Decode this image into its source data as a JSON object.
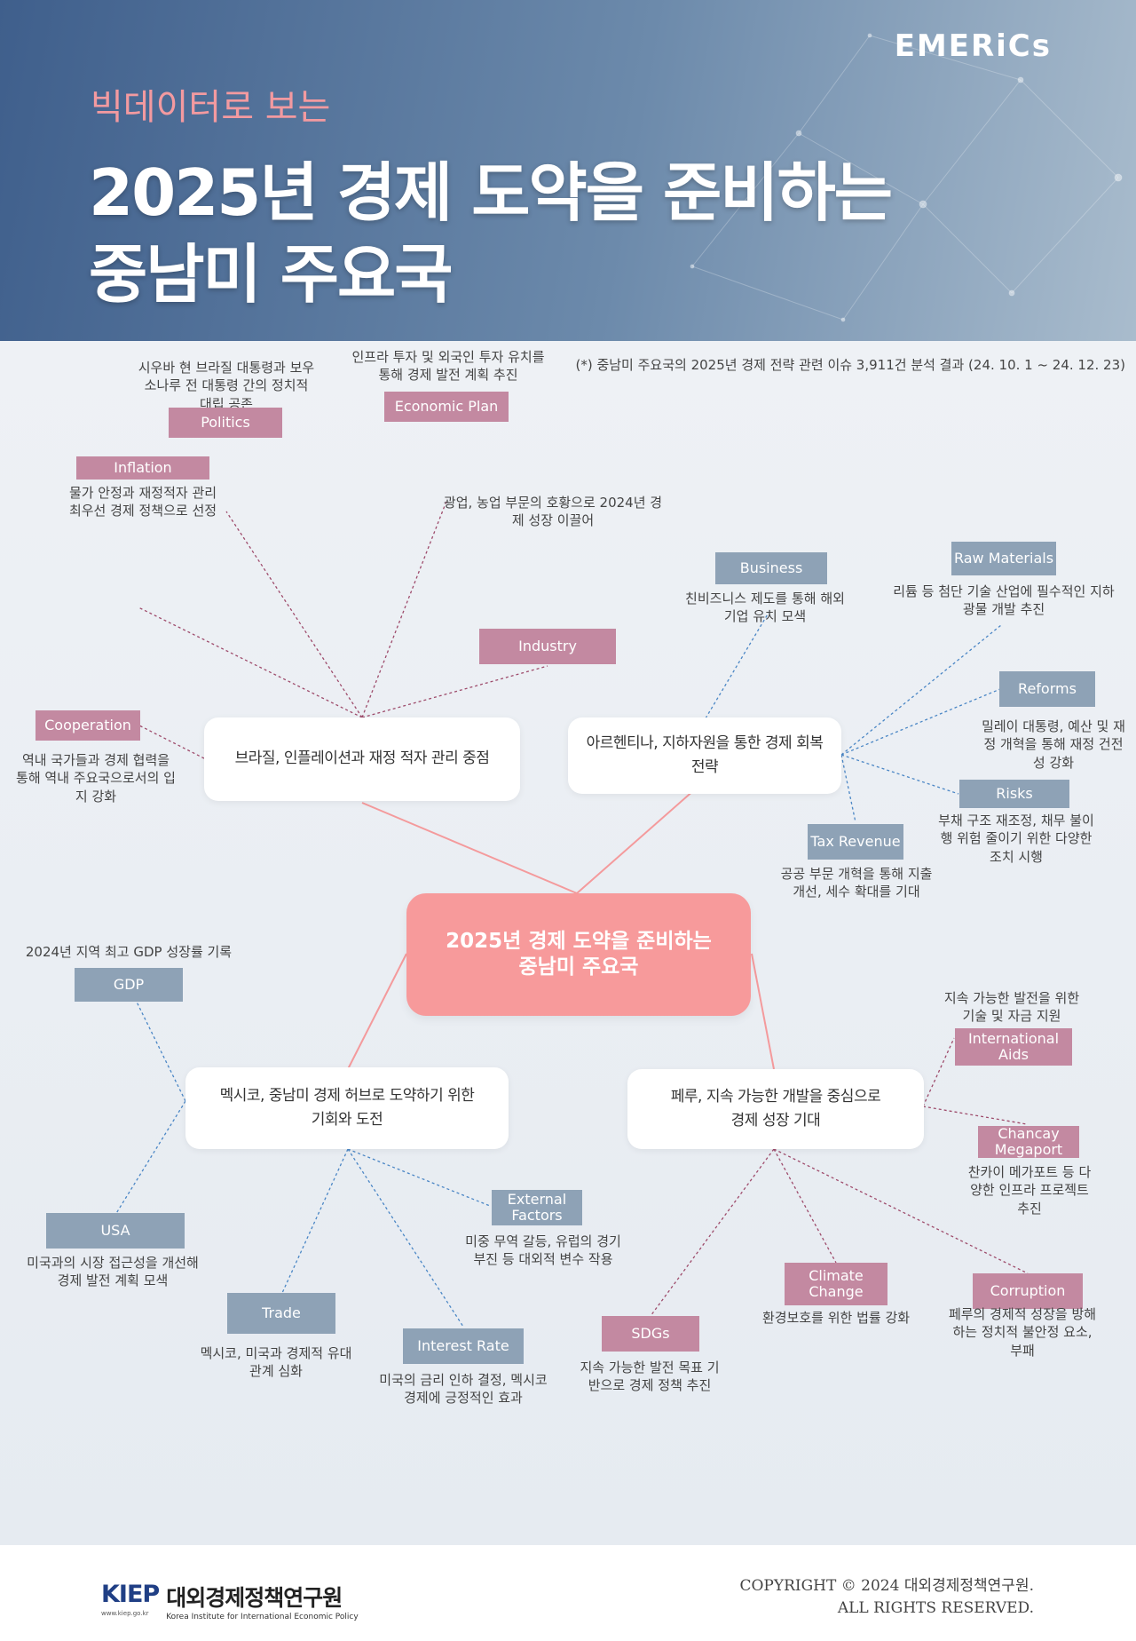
{
  "header": {
    "brand": "EMERiCs",
    "kicker": "빅데이터로 보는",
    "title_line1": "2025년 경제 도약을 준비하는",
    "title_line2": "중남미 주요국"
  },
  "note": "(*) 중남미 주요국의 2025년 경제 전략 관련 이슈 3,911건 분석 결과 (24. 10. 1 ~ 24. 12. 23)",
  "center": {
    "line1": "2025년 경제 도약을 준비하는",
    "line2": "중남미 주요국"
  },
  "branches": {
    "brazil": "브라질, 인플레이션과 재정 적자 관리 중점",
    "argentina_l1": "아르헨티나, 지하자원을 통한 경제 회복",
    "argentina_l2": "전략",
    "mexico_l1": "멕시코, 중남미 경제 허브로 도약하기 위한",
    "mexico_l2": "기회와 도전",
    "peru_l1": "페루, 지속 가능한 개발을 중심으로",
    "peru_l2": "경제 성장 기대"
  },
  "tags": {
    "politics": "Politics",
    "economic_plan": "Economic Plan",
    "inflation": "Inflation",
    "industry": "Industry",
    "cooperation": "Cooperation",
    "business": "Business",
    "raw_materials": "Raw Materials",
    "reforms": "Reforms",
    "risks": "Risks",
    "tax_revenue": "Tax Revenue",
    "gdp": "GDP",
    "usa": "USA",
    "trade": "Trade",
    "interest_rate": "Interest Rate",
    "external_l1": "External",
    "external_l2": "Factors",
    "intl_aids_l1": "International",
    "intl_aids_l2": "Aids",
    "chancay_l1": "Chancay",
    "chancay_l2": "Megaport",
    "climate_l1": "Climate",
    "climate_l2": "Change",
    "corruption": "Corruption",
    "sdgs": "SDGs"
  },
  "descs": {
    "politics": [
      "시우바 현 브라질 대통령과 보우",
      "소나루 전 대통령 간의 정치적",
      "대립 공존"
    ],
    "economic_plan": [
      "인프라 투자 및 외국인 투자 유치를",
      "통해 경제 발전 계획 추진"
    ],
    "inflation": [
      "물가 안정과 재정적자 관리",
      "최우선 경제 정책으로 선정"
    ],
    "industry": [
      "광업, 농업 부문의 호황으로 2024년 경",
      "제 성장 이끌어"
    ],
    "cooperation": [
      "역내 국가들과 경제 협력을",
      "통해 역내 주요국으로서의 입",
      "지 강화"
    ],
    "business": [
      "친비즈니스 제도를 통해 해외",
      "기업 유치 모색"
    ],
    "raw_materials": [
      "리튬 등 첨단 기술 산업에 필수적인 지하",
      "광물 개발 추진"
    ],
    "reforms": [
      "밀레이 대통령, 예산 및 재",
      "정 개혁을 통해 재정 건전",
      "성 강화"
    ],
    "risks": [
      "부채 구조 재조정, 채무 불이",
      "행 위험 줄이기 위한 다양한",
      "조치 시행"
    ],
    "tax_revenue": [
      "공공 부문 개혁을 통해 지출",
      "개선, 세수 확대를 기대"
    ],
    "gdp": [
      "2024년 지역 최고 GDP 성장률 기록"
    ],
    "usa": [
      "미국과의 시장 접근성을 개선해",
      "경제 발전 계획 모색"
    ],
    "trade": [
      "멕시코, 미국과 경제적 유대",
      "관계 심화"
    ],
    "interest_rate": [
      "미국의 금리 인하 결정, 멕시코",
      "경제에 긍정적인 효과"
    ],
    "external": [
      "미중 무역 갈등, 유럽의 경기",
      "부진 등 대외적 변수 작용"
    ],
    "intl_aids": [
      "지속 가능한 발전을 위한",
      "기술 및 자금 지원"
    ],
    "chancay": [
      "찬카이 메가포트 등 다",
      "양한 인프라 프로젝트",
      "추진"
    ],
    "climate": [
      "환경보호를 위한 법률 강화"
    ],
    "corruption": [
      "페루의 경제적 성장을 방해",
      "하는 정치적 불안정 요소,",
      "부패"
    ],
    "sdgs": [
      "지속 가능한 발전 목표 기",
      "반으로 경제 정책 추진"
    ]
  },
  "colors": {
    "pink_tag": "#c389a1",
    "blue_tag": "#8ea2b6",
    "center": "#f79a9b",
    "kicker": "#f39aa0"
  },
  "footer": {
    "logo_mark": "KIEP",
    "logo_url": "www.kiep.go.kr",
    "logo_ko": "대외경제정책연구원",
    "logo_en": "Korea Institute for International Economic Policy",
    "copyright_l1": "COPYRIGHT © 2024 대외경제정책연구원.",
    "copyright_l2": "ALL RIGHTS RESERVED."
  }
}
